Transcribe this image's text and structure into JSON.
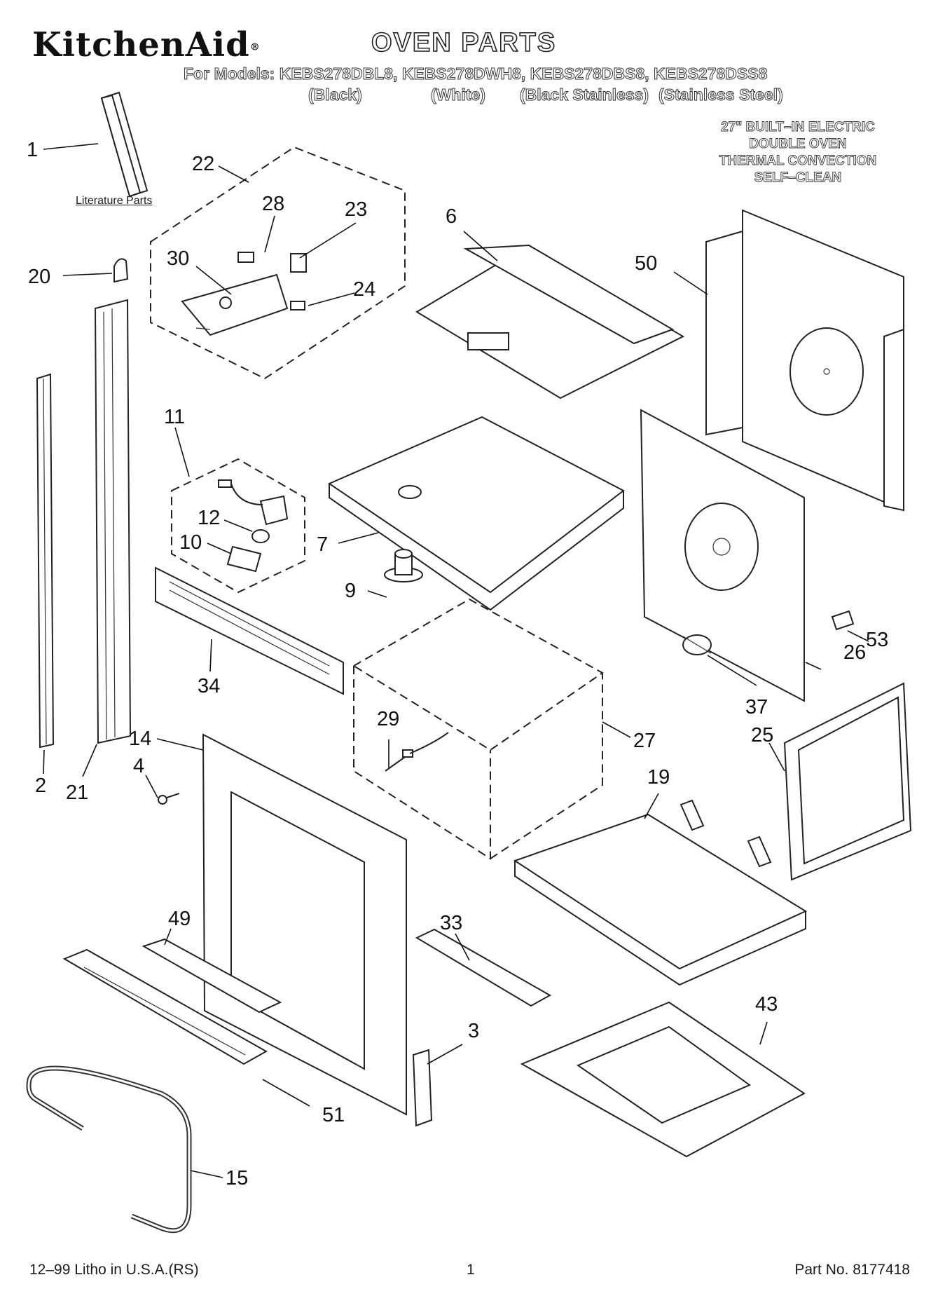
{
  "header": {
    "brand": "KitchenAid",
    "brand_mark": "®",
    "title": "OVEN PARTS",
    "models_line": "For Models: KEBS278DBL8, KEBS278DWH8, KEBS278DBS8, KEBS278DSS8",
    "finishes": [
      "(Black)",
      "(White)",
      "(Black Stainless)",
      "(Stainless Steel)"
    ]
  },
  "description": [
    "27\" BUILT–IN ELECTRIC",
    "DOUBLE OVEN",
    "THERMAL CONVECTION",
    "SELF–CLEAN"
  ],
  "literature_label": "Literature Parts",
  "callouts": {
    "c1": "1",
    "c2": "2",
    "c3": "3",
    "c4": "4",
    "c6": "6",
    "c7": "7",
    "c9": "9",
    "c10": "10",
    "c11": "11",
    "c12": "12",
    "c14": "14",
    "c15": "15",
    "c19": "19",
    "c20": "20",
    "c21": "21",
    "c22": "22",
    "c23": "23",
    "c24": "24",
    "c25": "25",
    "c26": "26",
    "c27": "27",
    "c28": "28",
    "c29": "29",
    "c30": "30",
    "c33": "33",
    "c34": "34",
    "c37": "37",
    "c43": "43",
    "c49": "49",
    "c50": "50",
    "c51": "51",
    "c53": "53"
  },
  "footer": {
    "litho": "12–99 Litho in U.S.A.(RS)",
    "page": "1",
    "part_no": "Part No. 8177418"
  }
}
